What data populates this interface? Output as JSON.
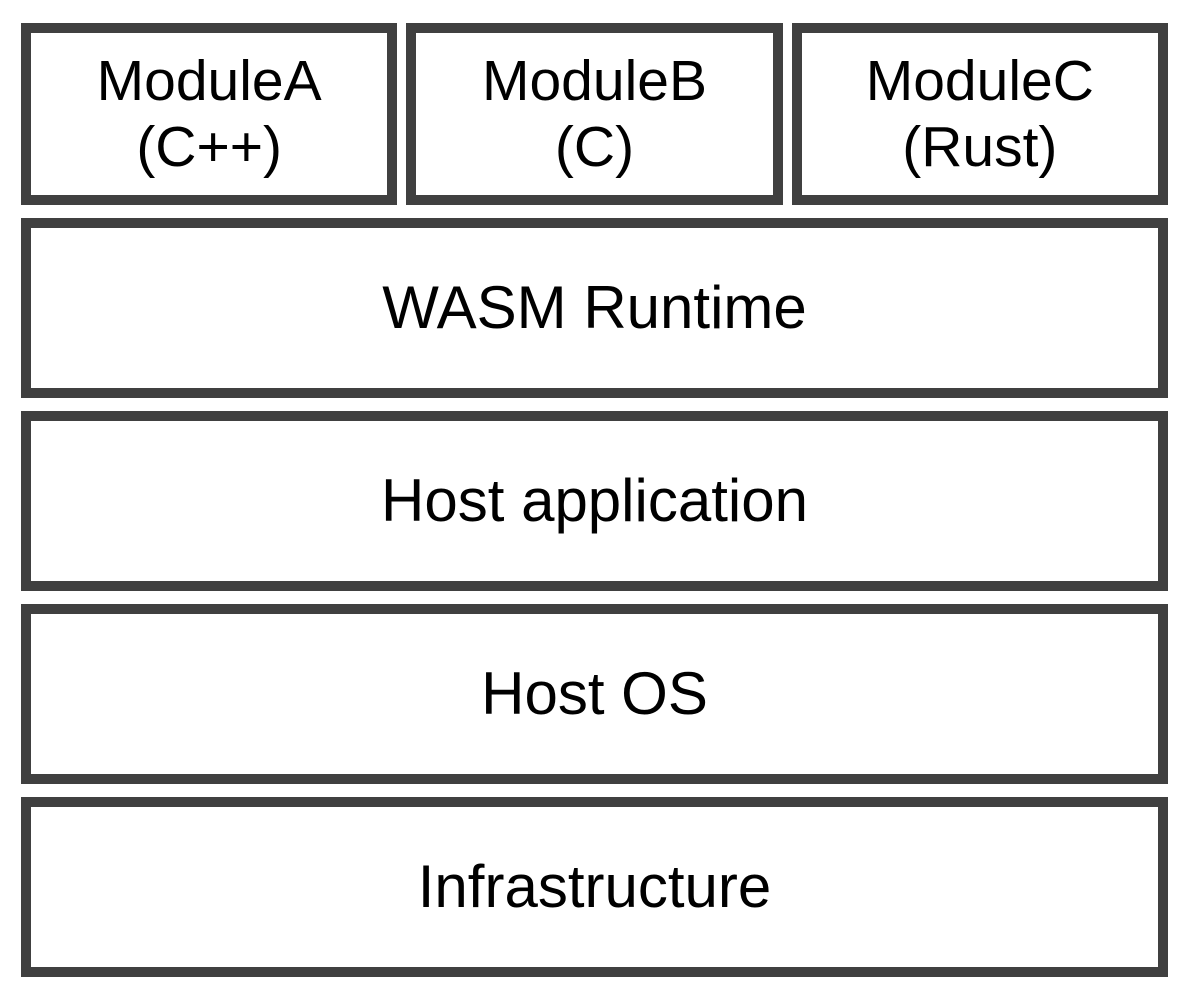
{
  "diagram": {
    "modules": [
      {
        "name": "ModuleA",
        "language": "(C++)"
      },
      {
        "name": "ModuleB",
        "language": "(C)"
      },
      {
        "name": "ModuleC",
        "language": "(Rust)"
      }
    ],
    "layers": [
      {
        "label": "WASM Runtime"
      },
      {
        "label": "Host application"
      },
      {
        "label": "Host OS"
      },
      {
        "label": "Infrastructure"
      }
    ],
    "colors": {
      "border": "#404040",
      "fill": "#ffffff",
      "text": "#000000"
    }
  }
}
